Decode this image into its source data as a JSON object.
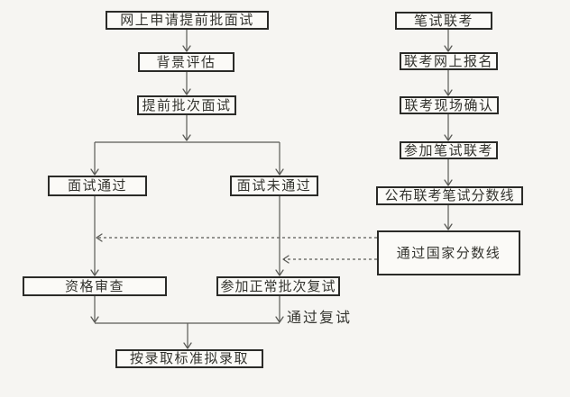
{
  "diagram": {
    "type": "flowchart",
    "nodes": {
      "apply_online": "网上申请提前批面试",
      "background_eval": "背景评估",
      "early_batch_interview": "提前批次面试",
      "interview_pass": "面试通过",
      "interview_fail": "面试未通过",
      "qualification_review": "资格审查",
      "normal_batch_retest": "参加正常批次复试",
      "admission": "按录取标准拟录取",
      "written_joint_exam": "笔试联考",
      "joint_exam_online_register": "联考网上报名",
      "joint_exam_onsite_confirm": "联考现场确认",
      "take_written_joint_exam": "参加笔试联考",
      "publish_joint_exam_score_line": "公布联考笔试分数线",
      "pass_national_score_line": "通过国家分数线"
    },
    "edge_labels": {
      "pass_retest": "通过复试"
    },
    "colors": {
      "background": "#f6f5f2",
      "node_fill": "#fbfaf7",
      "node_border": "#2b2b28",
      "text": "#33332e",
      "connector": "#5a5a56"
    }
  }
}
